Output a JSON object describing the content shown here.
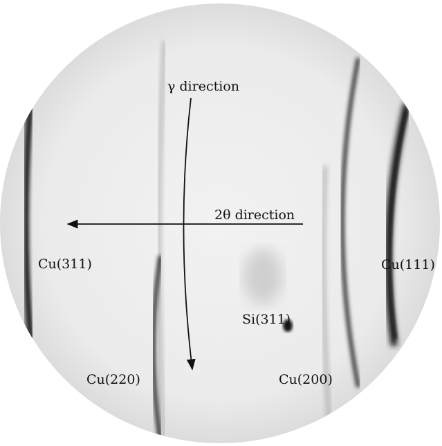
{
  "labels": {
    "gamma_direction": "γ  direction",
    "two_theta_direction": "2θ  direction",
    "cu311": "Cu(311)",
    "cu111": "Cu(111)",
    "si311": "Si(311)",
    "cu220": "Cu(220)",
    "cu200": "Cu(200)"
  },
  "colors": {
    "detector_background": "#eeeeee",
    "ring": "#2a2a2a",
    "arrow": "#111111"
  }
}
